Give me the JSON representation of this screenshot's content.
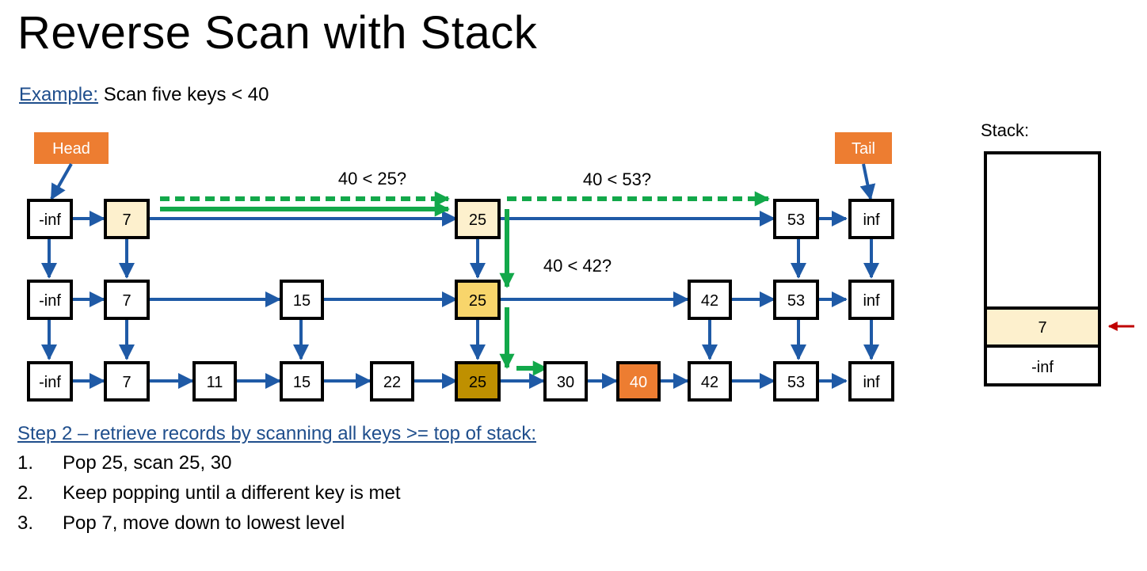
{
  "title": "Reverse Scan with Stack",
  "example": {
    "link": "Example:",
    "text": " Scan five keys < 40"
  },
  "step": {
    "heading": "Step 2 – retrieve records by scanning all keys >= top of stack:",
    "items": [
      {
        "num": "1.",
        "text": "Pop 25, scan 25, 30"
      },
      {
        "num": "2.",
        "text": "Keep popping until a different key is met"
      },
      {
        "num": "3.",
        "text": "Pop 7, move down to lowest level"
      }
    ]
  },
  "labels": {
    "head": "Head",
    "tail": "Tail"
  },
  "comparisons": [
    "40 < 25?",
    "40 < 53?",
    "40 < 42?"
  ],
  "levels": [
    [
      "-inf",
      "7",
      "25",
      "53",
      "inf"
    ],
    [
      "-inf",
      "7",
      "15",
      "25",
      "42",
      "53",
      "inf"
    ],
    [
      "-inf",
      "7",
      "11",
      "15",
      "22",
      "25",
      "30",
      "40",
      "42",
      "53",
      "inf"
    ]
  ],
  "stack": {
    "label": "Stack:",
    "items": [
      "7",
      "-inf"
    ]
  },
  "colors": {
    "link_arrow": "#1f5aa6",
    "search_arrow": "#12a84a",
    "node_highlight_light": "#fdf0cd",
    "node_highlight_mid": "#f8d56b",
    "node_highlight_dark": "#bf9000",
    "node_target": "#ed7d31",
    "label_box": "#ed7d31",
    "stack_pointer": "#c00000"
  }
}
